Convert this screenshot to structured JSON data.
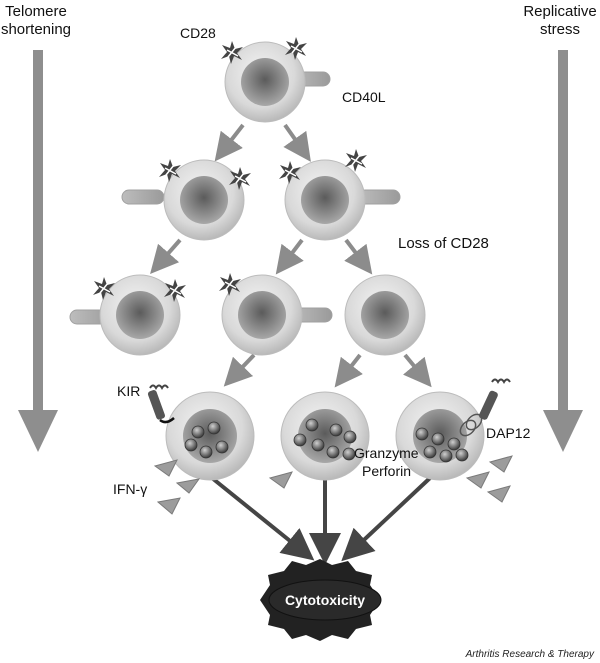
{
  "side_labels": {
    "left": [
      "Telomere",
      "shortening"
    ],
    "right": [
      "Replicative",
      "stress"
    ]
  },
  "labels": {
    "cd28": "CD28",
    "cd40l": "CD40L",
    "loss_of_cd28": "Loss of CD28",
    "kir": "KIR",
    "ifn_gamma": "IFN-γ",
    "granzyme": "Granzyme",
    "perforin": "Perforin",
    "dap12": "DAP12",
    "cytotoxicity": "Cytotoxicity"
  },
  "credit": "Arthritis Research & Therapy",
  "colors": {
    "arrow_dark": "#444444",
    "arrow_light": "#8c8c8c",
    "cell_outer": "#d6d6d6",
    "cell_inner": "#8a8a8a",
    "badge": "#222222"
  }
}
